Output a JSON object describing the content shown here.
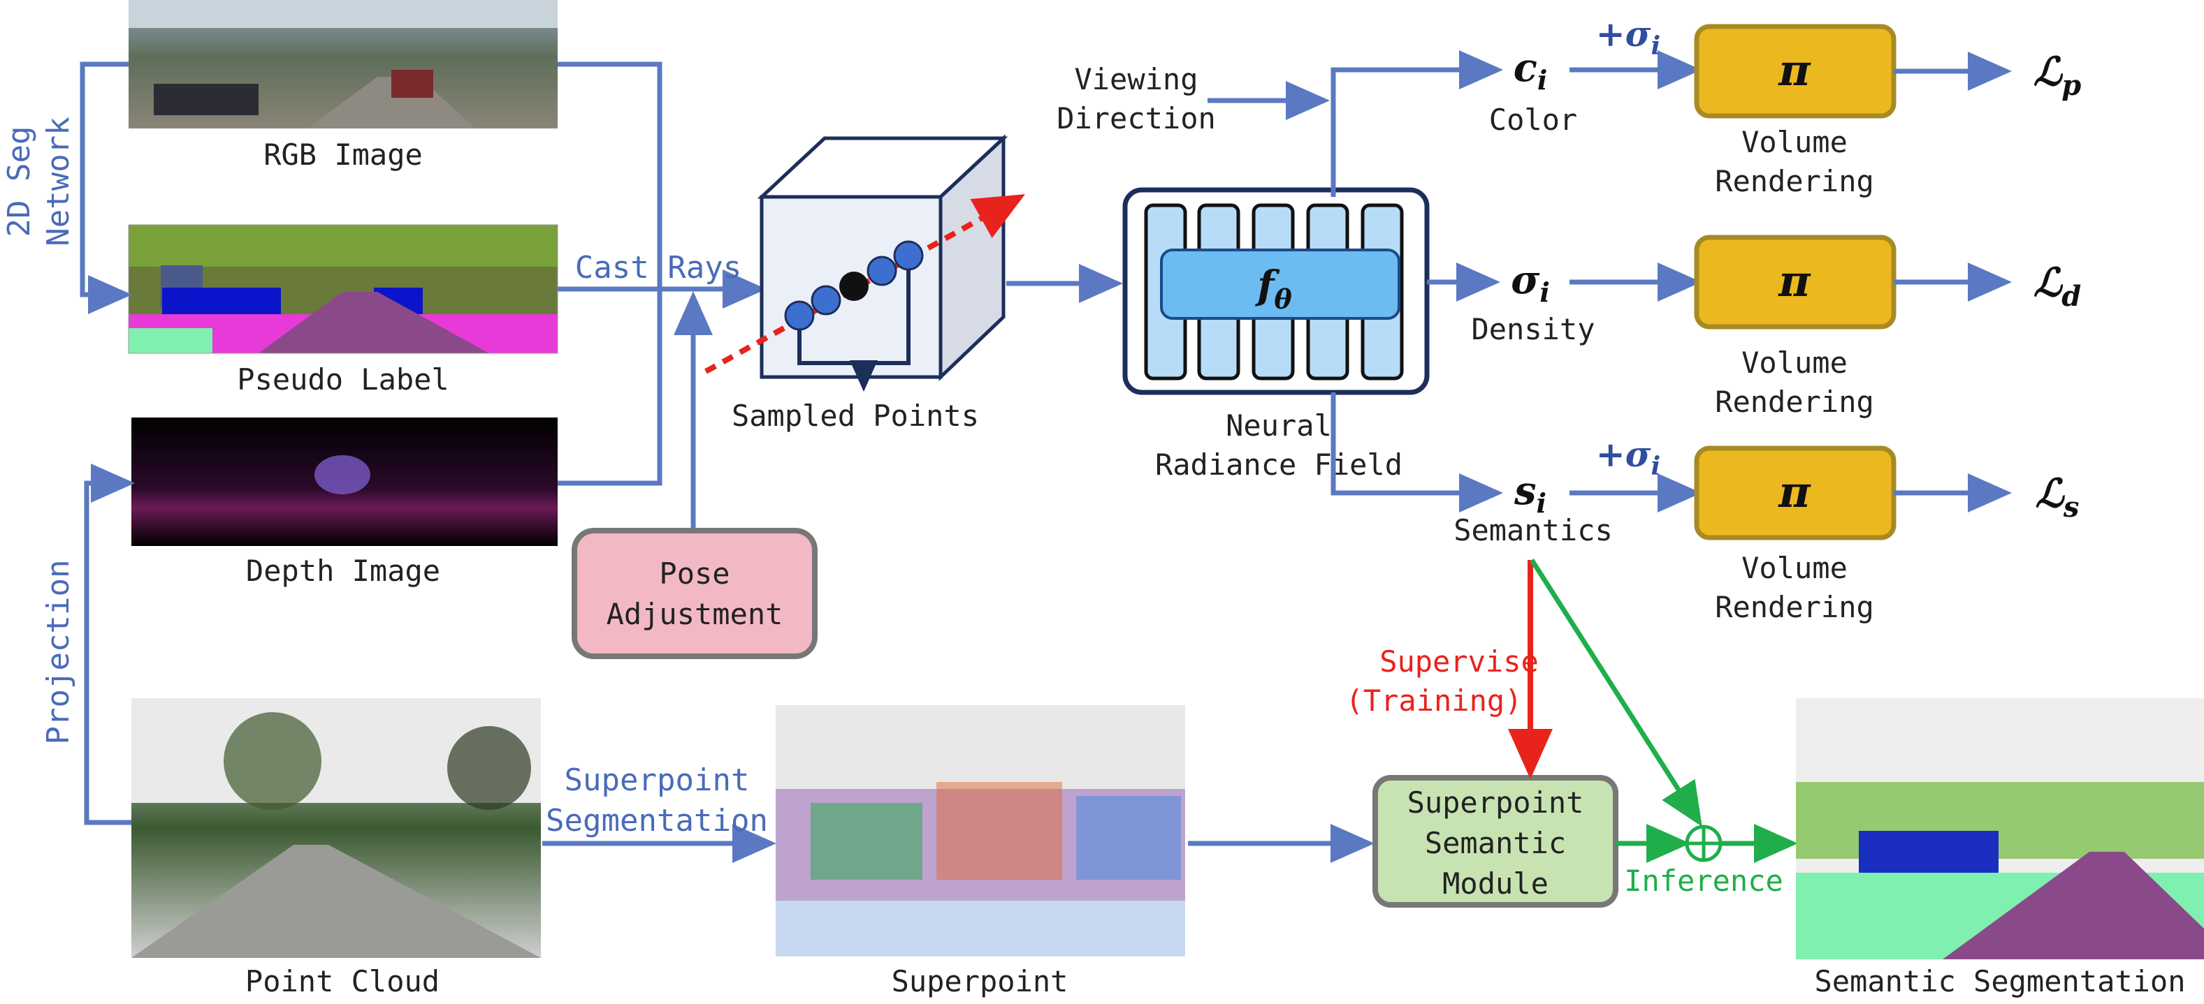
{
  "inputs": {
    "rgb_image": "RGB Image",
    "pseudo_label": "Pseudo Label",
    "depth_image": "Depth Image",
    "point_cloud": "Point Cloud"
  },
  "side_labels": {
    "seg_network": "2D Seg\nNetwork",
    "seg_line1": "2D Seg",
    "seg_line2": "Network",
    "projection": "Projection"
  },
  "edges": {
    "cast_rays": "Cast Rays",
    "superpoint_segmentation_1": "Superpoint",
    "superpoint_segmentation_2": "Segmentation",
    "supervise_1": "Supervise",
    "supervise_2": "(Training)",
    "inference": "Inference"
  },
  "nodes": {
    "sampled_points": "Sampled Points",
    "pose_adjustment_1": "Pose",
    "pose_adjustment_2": "Adjustment",
    "viewing_direction_1": "Viewing",
    "viewing_direction_2": "Direction",
    "nerf_label_1": "Neural",
    "nerf_label_2": "Radiance Field",
    "f_theta": "f",
    "f_theta_sub": "θ",
    "superpoint": "Superpoint",
    "module_1": "Superpoint",
    "module_2": "Semantic",
    "module_3": "Module",
    "semantic_segmentation": "Semantic Segmentation"
  },
  "outputs": [
    {
      "symbol": "c",
      "sub": "i",
      "name": "Color",
      "plus": "+σ",
      "plus_sub": "i",
      "render": "π",
      "render_1": "Volume",
      "render_2": "Rendering",
      "loss": "ℒ",
      "loss_sub": "p"
    },
    {
      "symbol": "σ",
      "sub": "i",
      "name": "Density",
      "plus": "",
      "plus_sub": "",
      "render": "π",
      "render_1": "Volume",
      "render_2": "Rendering",
      "loss": "ℒ",
      "loss_sub": "d"
    },
    {
      "symbol": "s",
      "sub": "i",
      "name": "Semantics",
      "plus": "+σ",
      "plus_sub": "i",
      "render": "π",
      "render_1": "Volume",
      "render_2": "Rendering",
      "loss": "ℒ",
      "loss_sub": "s"
    }
  ],
  "colors": {
    "arrow": "#5b79c2",
    "supervise": "#e8231b",
    "inference": "#1fae4a",
    "render_box": "#ecb81f",
    "render_border": "#a88a24",
    "nerf_border": "#1c2e5a",
    "nerf_fill": "#b7dcf8",
    "pose_fill": "#f2b9c4",
    "module_fill": "#c7e3b2"
  }
}
